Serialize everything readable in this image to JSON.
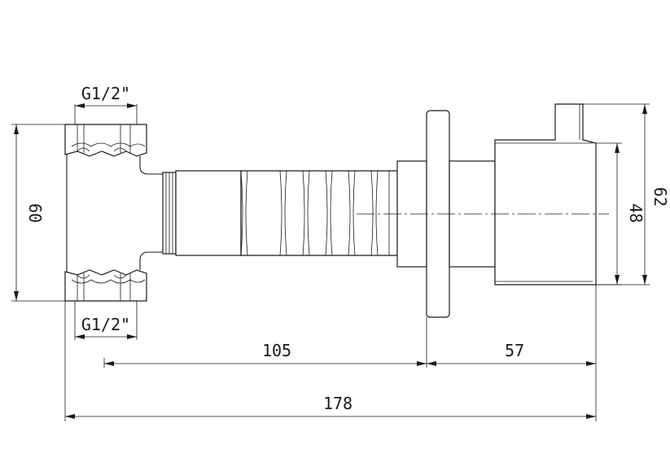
{
  "drawing": {
    "dimensions": {
      "thread_top": "G1/2\"",
      "thread_bottom": "G1/2\"",
      "height_left": "60",
      "length_stem": "105",
      "length_handle": "57",
      "length_total": "178",
      "diameter_handle": "48",
      "height_handle": "62"
    }
  }
}
